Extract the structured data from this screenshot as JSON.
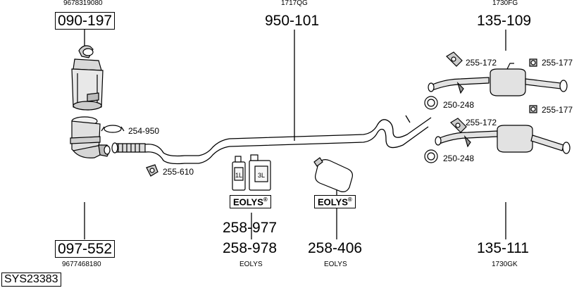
{
  "labels": {
    "top_left_code": "9678319080",
    "top_left_part": "090-197",
    "top_mid_code": "1717QG",
    "top_mid_part": "950-101",
    "top_right_code": "1730FG",
    "top_right_part": "135-109",
    "clamp_254_950": "254-950",
    "clamp_255_610": "255-610",
    "clamp_255_172_a": "255-172",
    "clamp_255_172_b": "255-172",
    "clamp_255_177_a": "255-177",
    "clamp_255_177_b": "255-177",
    "clamp_250_248_a": "250-248",
    "clamp_250_248_b": "250-248",
    "bottle_1l": "1L",
    "bottle_3l": "3L",
    "eolys_brand": "EOLYS",
    "eolys_reg": "®",
    "eolys_part_a": "258-977",
    "eolys_part_b": "258-978",
    "eolys_part_c": "258-406",
    "eolys_caption_a": "EOLYS",
    "eolys_caption_b": "EOLYS",
    "bottom_left_part": "097-552",
    "bottom_left_code": "9677468180",
    "bottom_right_part": "135-111",
    "bottom_right_code": "1730GK",
    "system_id": "SYS23383"
  }
}
